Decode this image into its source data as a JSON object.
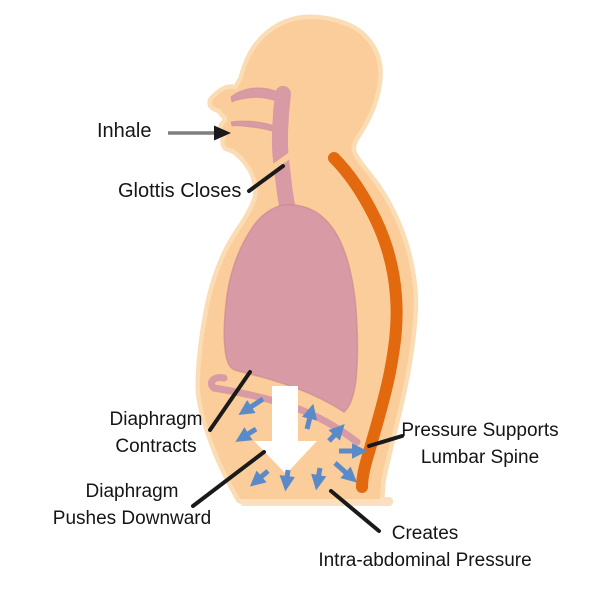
{
  "labels": {
    "inhale": {
      "text": "Inhale"
    },
    "glottis": {
      "text": "Glottis Closes"
    },
    "diaphragm_contracts": {
      "line1": "Diaphragm",
      "line2": "Contracts"
    },
    "pressure_supports": {
      "line1": "Pressure Supports",
      "line2": "Lumbar Spine"
    },
    "diaphragm_pushes": {
      "line1": "Diaphragm",
      "line2": "Pushes Downward"
    },
    "creates_iap": {
      "line1": "Creates",
      "line2": "Intra-abdominal Pressure"
    }
  },
  "colors": {
    "skin": "#FACD9B",
    "skin_halo": "#FBDDB5",
    "skin_fade_band": "#FAE0BE",
    "organ_pink": "#D89AA4",
    "organ_outline": "#C9848F",
    "spine_orange": "#E2690E",
    "arrow_blue": "#5B8AC9",
    "pointer_black": "#1A1A1A",
    "inhale_shaft_gray": "#7F7F7F",
    "white_arrow": "#FFFFFF"
  },
  "arrows": {
    "inhale_direction": "right",
    "white_arrow_direction": "down",
    "blue_arrow_count": 9
  }
}
